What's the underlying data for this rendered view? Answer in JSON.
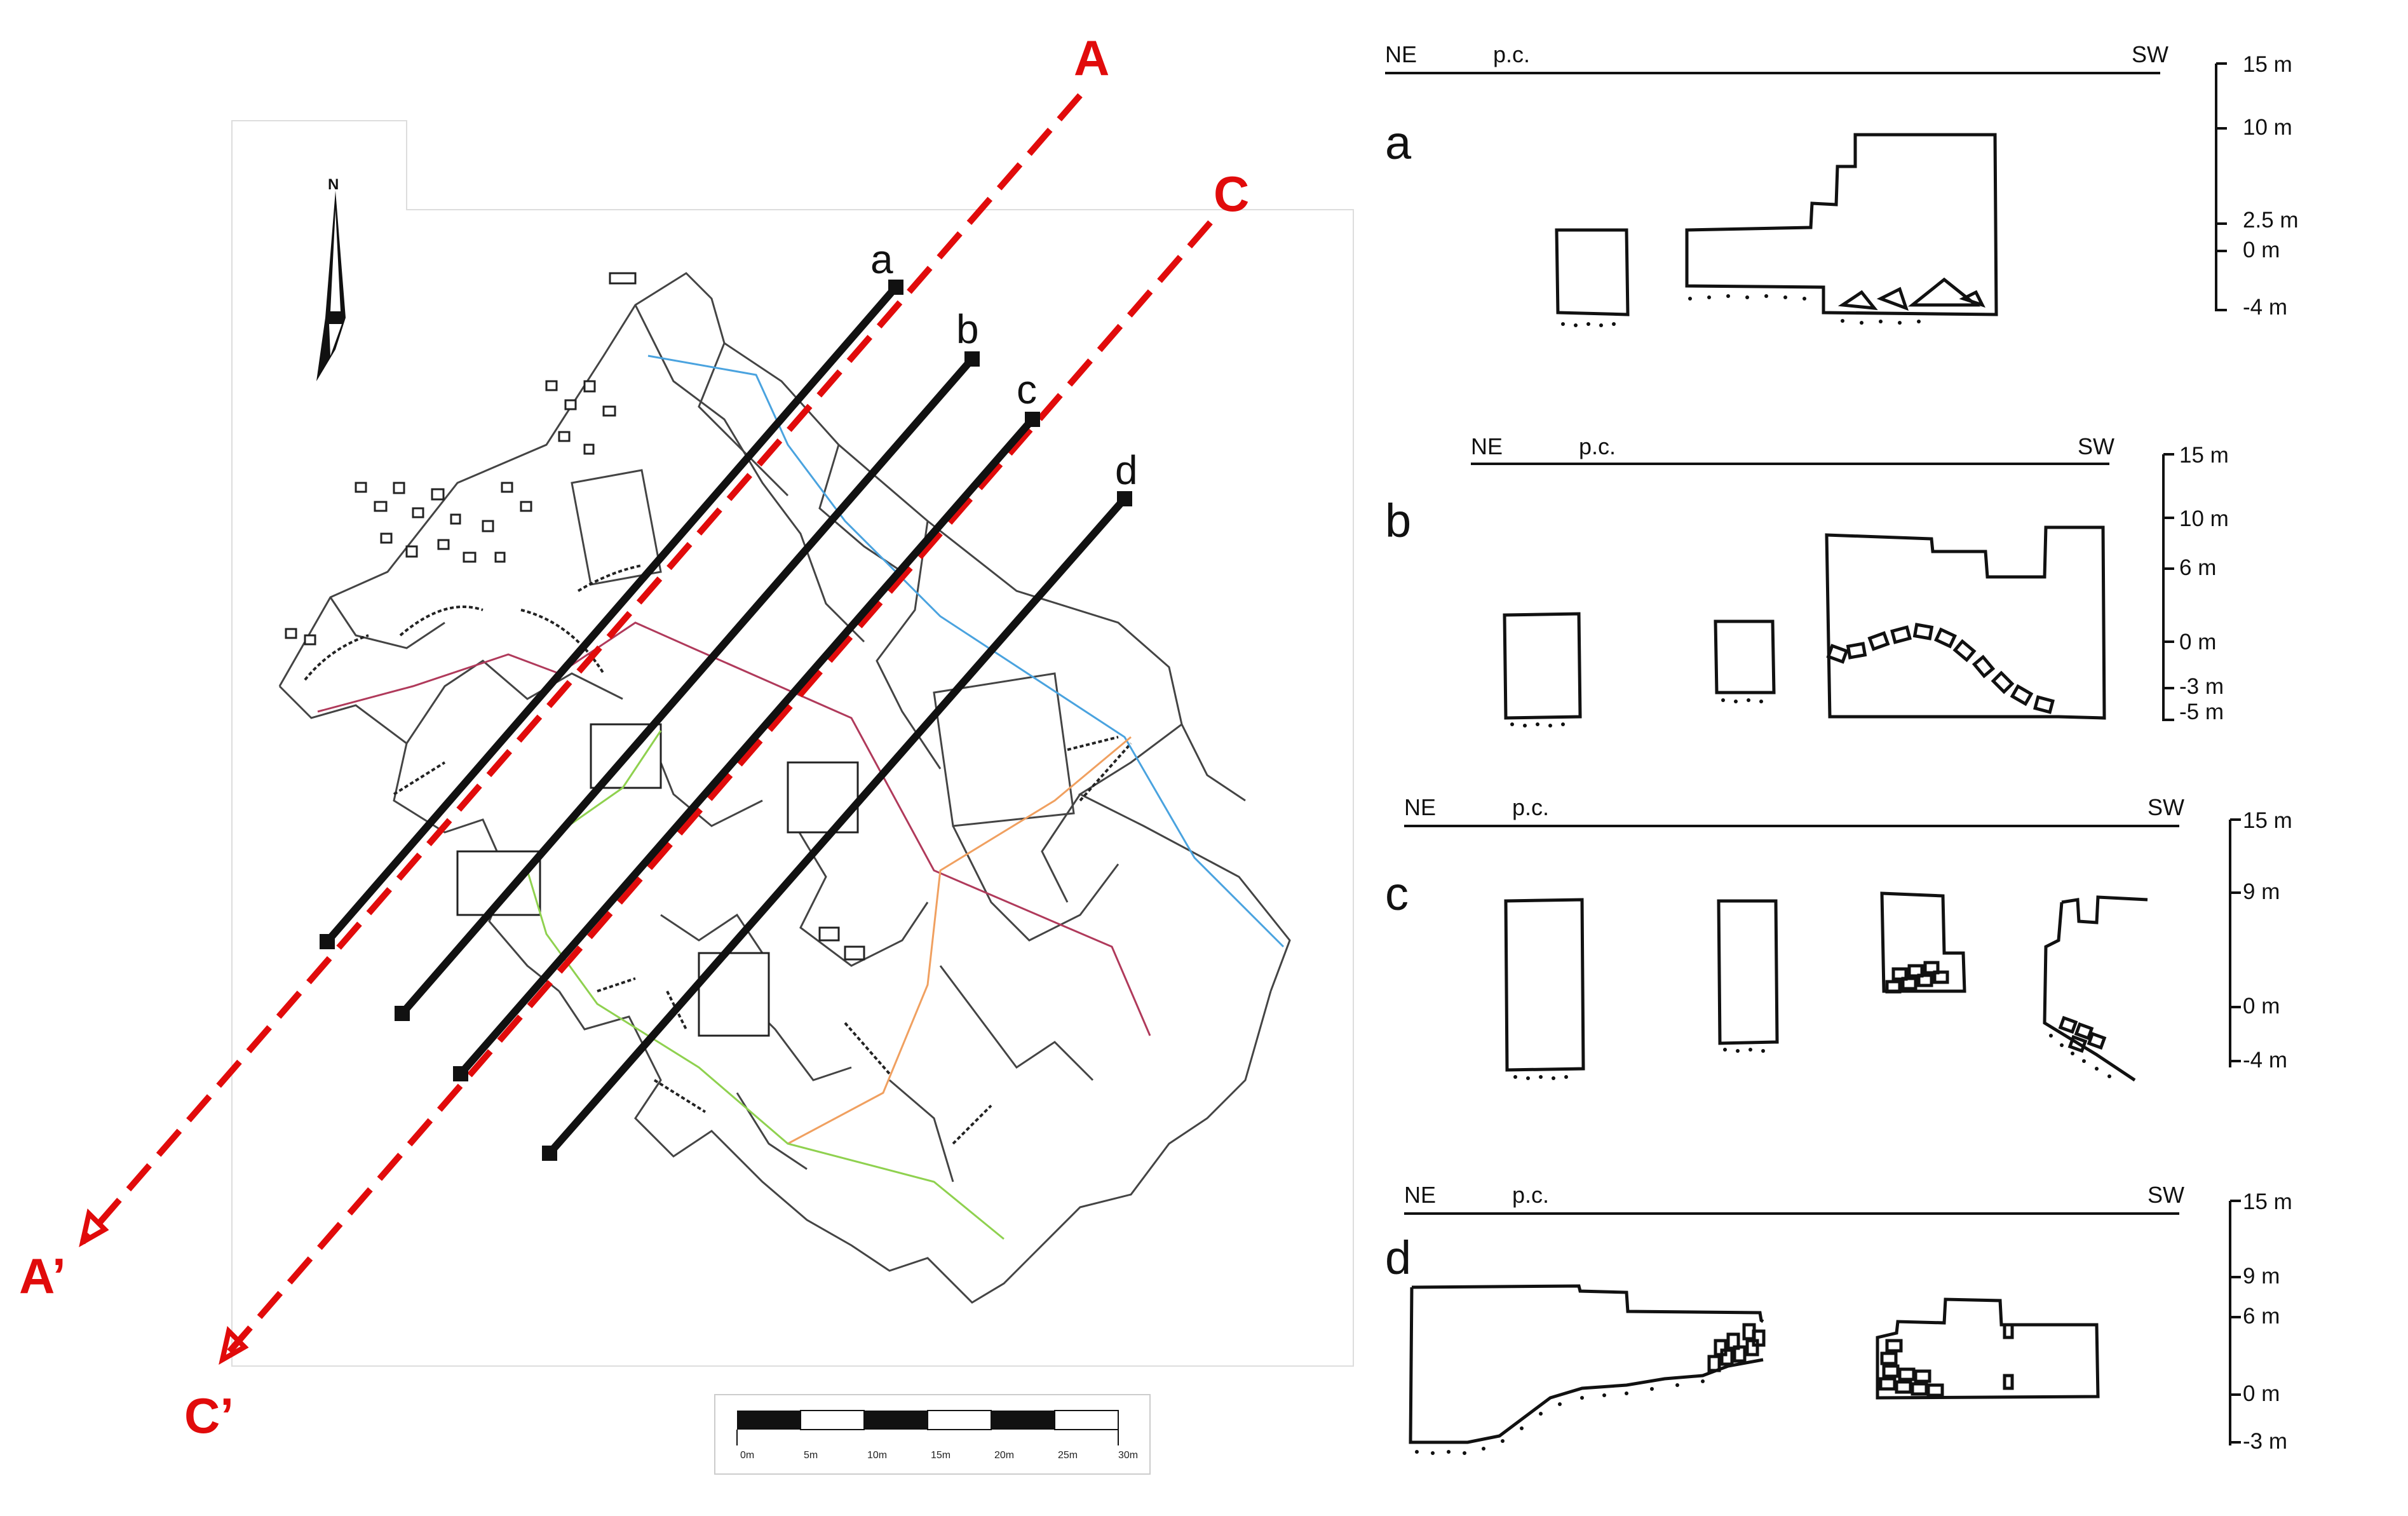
{
  "map": {
    "north_label": "N",
    "cut_lines": [
      {
        "start": "A",
        "end": "A’"
      },
      {
        "start": "C",
        "end": "C’"
      }
    ],
    "profile_lines": [
      "a",
      "b",
      "c",
      "d"
    ],
    "scale_bar": {
      "ticks": [
        "0m",
        "5m",
        "10m",
        "15m",
        "20m",
        "25m",
        "30m"
      ]
    }
  },
  "sections": [
    {
      "id": "a",
      "left_label": "NE",
      "mid_label": "p.c.",
      "right_label": "SW",
      "scale": [
        "15 m",
        "10 m",
        "2.5 m",
        "0 m",
        "-4 m"
      ]
    },
    {
      "id": "b",
      "left_label": "NE",
      "mid_label": "p.c.",
      "right_label": "SW",
      "scale": [
        "15 m",
        "10 m",
        "6 m",
        "0 m",
        "-3 m",
        "-5 m"
      ]
    },
    {
      "id": "c",
      "left_label": "NE",
      "mid_label": "p.c.",
      "right_label": "SW",
      "scale": [
        "15 m",
        "9 m",
        "0 m",
        "-4 m"
      ]
    },
    {
      "id": "d",
      "left_label": "NE",
      "mid_label": "p.c.",
      "right_label": "SW",
      "scale": [
        "15 m",
        "9 m",
        "6 m",
        "0 m",
        "-3 m"
      ]
    }
  ],
  "colors": {
    "cut_line": "#e10b0b",
    "profile_line": "#111111",
    "path_blue": "#4aa3df",
    "path_red": "#b03a5b",
    "path_orange": "#f0a060",
    "path_green": "#8fd14f"
  }
}
